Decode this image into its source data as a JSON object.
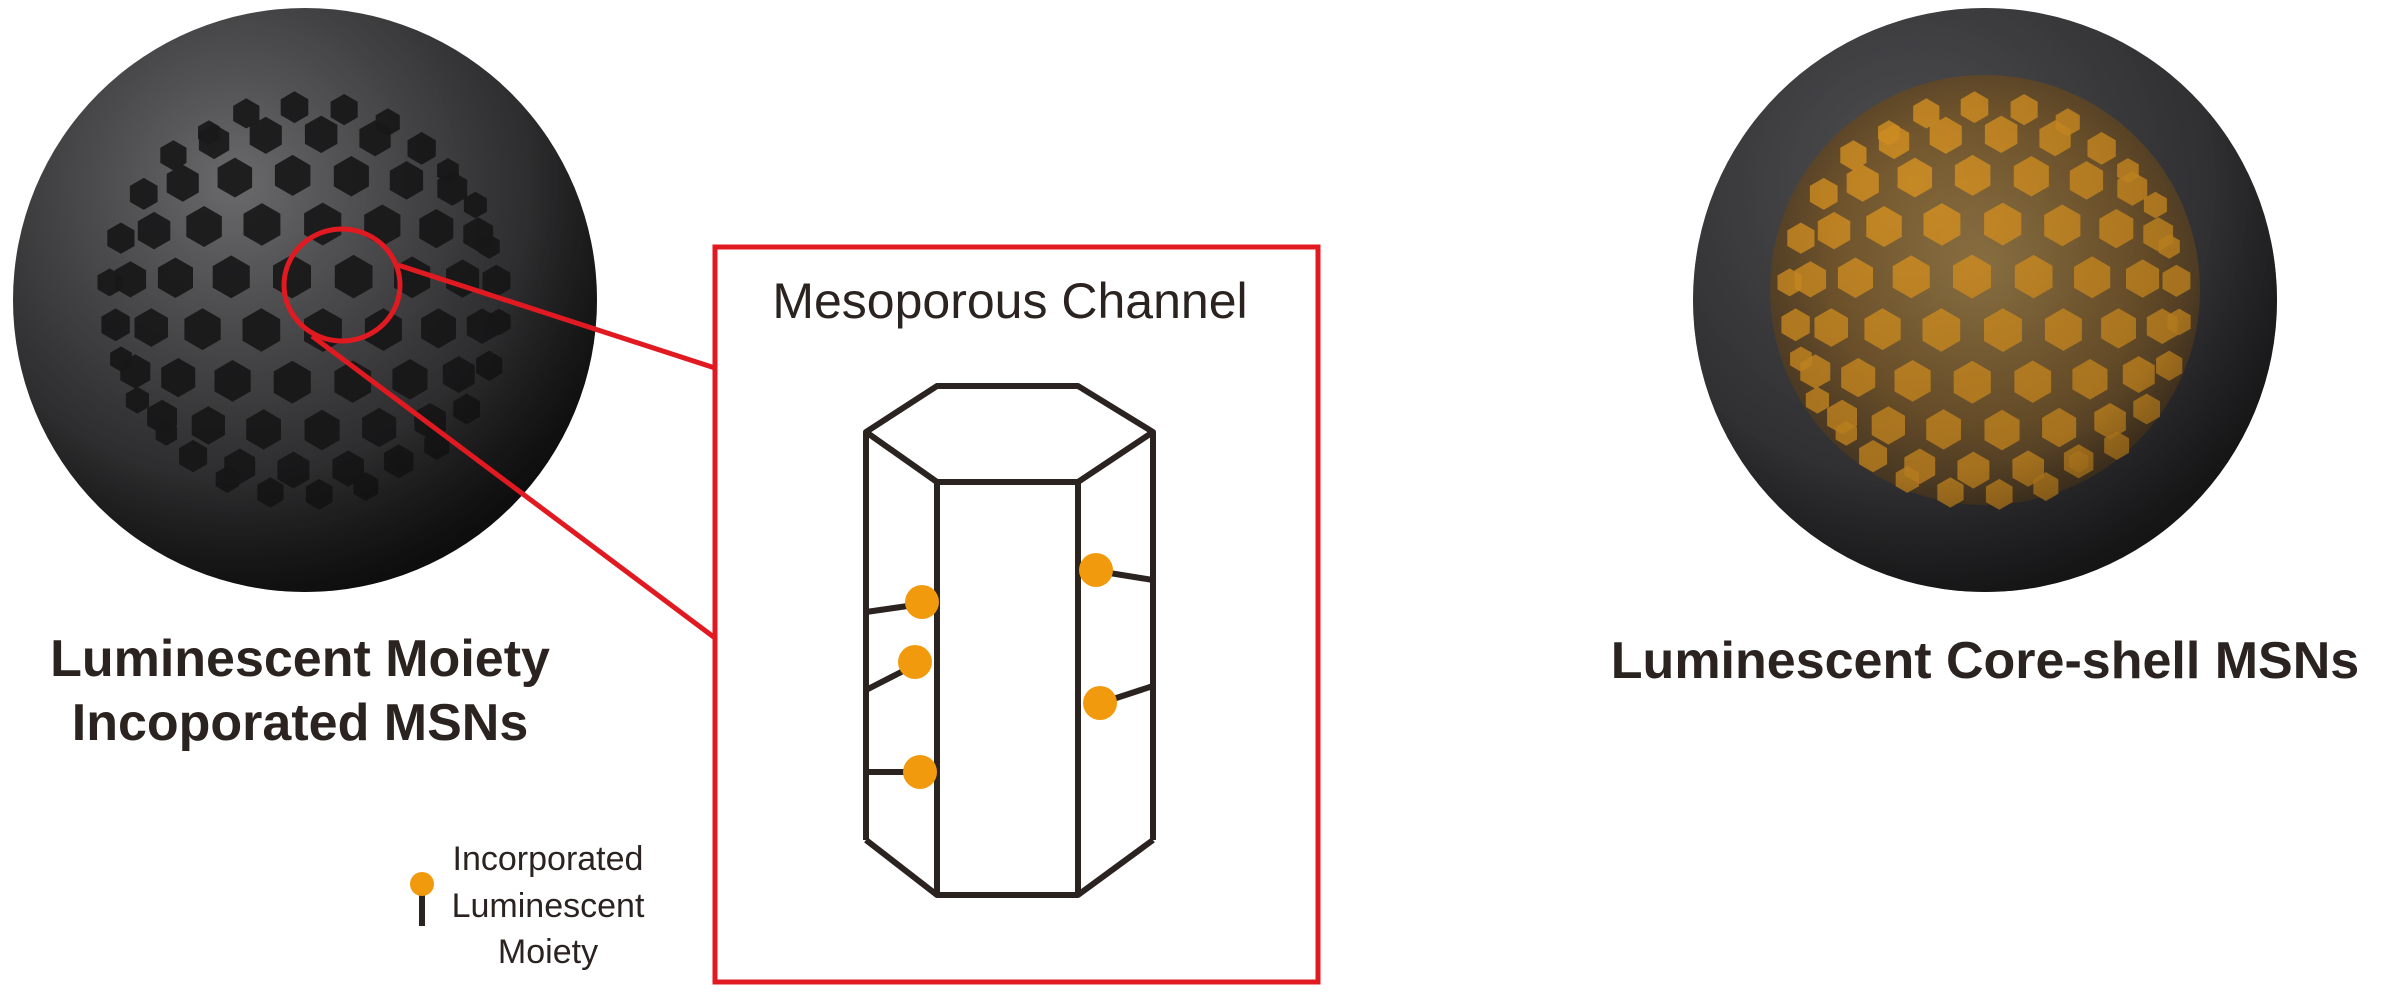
{
  "left_sphere": {
    "caption_line1": "Luminescent Moiety",
    "caption_line2": "Incoporated MSNs"
  },
  "right_sphere": {
    "caption": "Luminescent Core-shell MSNs"
  },
  "inset": {
    "title": "Mesoporous Channel"
  },
  "legend": {
    "line1": "Incorporated",
    "line2": "Luminescent",
    "line3": "Moiety"
  },
  "colors": {
    "sphere": "#3d3d3f",
    "highlight": "#e11a22",
    "moiety": "#f29a0e",
    "core": "#c8861f",
    "ink": "#2b2320"
  }
}
